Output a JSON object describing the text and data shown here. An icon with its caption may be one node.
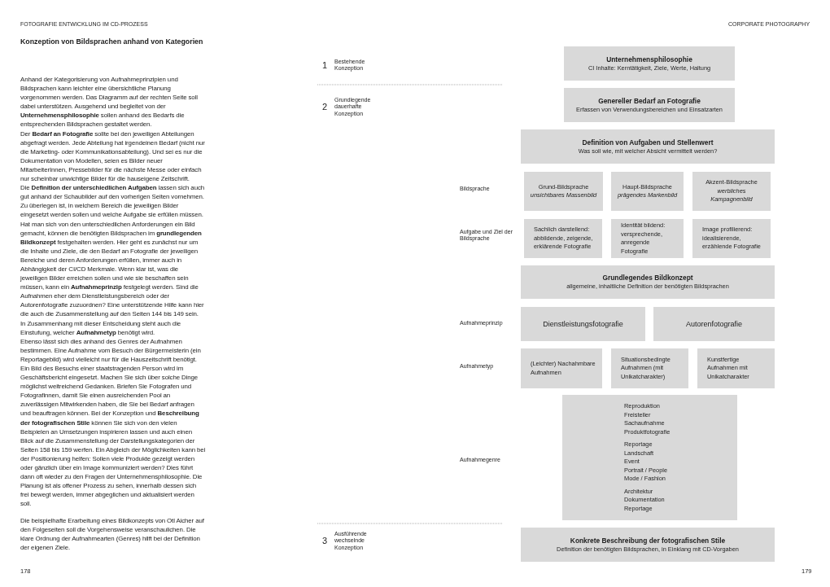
{
  "diagram": {
    "title": "Konzeption von Bildsprachen anhand von Kategorien",
    "nodes": [
      {
        "text": [
          "Unternehmensphilosophie",
          "CI Inhalte: Kerntätigkeit, Ziele, Werte, Haltung"
        ]
      },
      {
        "text": [
          "Genereller Bedarf an Fotografie",
          "Erfassen von Verwendungsbereichen und Einsatzarten"
        ]
      },
      {
        "text": [
          "Definition von Aufgaben und Stellenwert",
          "Was soll wie, mit welcher Absicht vermittelt werden?"
        ]
      },
      {
        "text": [
          "Grund-Bildsprache",
          "unsichtbares Massenbild"
        ]
      },
      {
        "text": [
          "Haupt-Bildsprache",
          "prägendes Markenbild"
        ]
      },
      {
        "text": [
          "Akzent-Bildsprache",
          "werbliches Kampagnenbild"
        ]
      },
      {
        "text": [
          "Sachlich darstellend: abbildende, zeigende, erklärende Fotografie"
        ]
      },
      {
        "text": [
          "Identität bildend: versprechende, anregende Fotografie"
        ]
      },
      {
        "text": [
          "Image profilierend: idealisierende, erzählende Fotografie"
        ]
      },
      {
        "text": [
          "Grundlegendes Bildkonzept",
          "allgemeine, inhaltliche Definition der benötigten Bildsprachen"
        ]
      },
      {
        "text": [
          "Dienstleistungsfotografie"
        ]
      },
      {
        "text": [
          "Autorenfotografie"
        ]
      },
      {
        "text": [
          "(Leichter) Nachahmbare Aufnahmen"
        ]
      },
      {
        "text": [
          "Situationsbedingte Aufnahmen (mit Unikatcharakter)"
        ]
      },
      {
        "text": [
          "Kunstfertige Aufnahmen mit Unikatcharakter"
        ]
      },
      {
        "text": [
          "Reproduktion",
          "Freisteller",
          "Sachaufnahme",
          "Produktfotografie",
          "Reportage",
          "Landschaft",
          "Event",
          "Portrait / People",
          "Mode / Fashion",
          "Architektur",
          "Dokumentation",
          "Reportage"
        ]
      },
      {
        "text": [
          "Konkrete Beschreibung der fotografischen Stile",
          "Definition der benötigten Bildsprachen, in Einklang mit CD-Vorgaben"
        ]
      }
    ],
    "edges": [],
    "labels": [
      "FOTOGRAFIE ENTWICKLUNG IM CD-PROZESS",
      "CORPORATE PHOTOGRAPHY",
      "Anhand der Kategorisierung von Aufnahmeprinzipien und Bildsprachen kann leichter eine übersichtliche Planung vorgenommen werden. Das Diagramm auf der rechten Seite soll dabei unterstützen. Ausgehend und begleitet von der **Unternehmensphilosophie** sollen anhand des Bedarfs die entsprechenden Bildsprachen gestaltet werden.",
      "Der **Bedarf an Fotografie** sollte bei den jeweiligen Abteilungen abgefragt werden. Jede Abteilung hat irgendeinen Bedarf (nicht nur die Marketing- oder Kommunikationsabteilung). Und sei es nur die Dokumentation von Modellen, seien es Bilder neuer MitarbeiterInnen, Pressebilder für die nächste Messe oder einfach nur scheinbar unwichtige Bilder für die hauseigene Zeitschrift.",
      "Die **Definition der unterschiedlichen Aufgaben** lassen sich auch gut anhand der Schaubilder auf den vorherigen Seiten vornehmen. Zu überlegen ist, in welchem Bereich die jeweiligen Bilder eingesetzt werden sollen und welche Aufgabe sie erfüllen müssen. Hat man sich von den unterschiedlichen Anforderungen ein Bild gemacht, können die benötigten Bildsprachen im **grundlegenden Bildkonzept** festgehalten werden. Hier geht es zunächst nur um die Inhalte und Ziele, die den Bedarf an Fotografie der jeweiligen Bereiche und deren Anforderungen erfüllen, immer auch in Abhängigkeit der CI/CD Merkmale. Wenn klar ist, was die jeweiligen Bilder erreichen sollen und wie sie beschaffen sein müssen, kann ein **Aufnahmeprinzip** festgelegt werden. Sind die Aufnahmen eher dem Dienstleistungsbereich oder der Autorenfotografie zuzuordnen? Eine unterstützende Hilfe kann hier die auch die Zusammenstellung auf den Seiten 144 bis 149 sein.",
      "In Zusammenhang mit dieser Entscheidung steht auch die Einstufung, welcher **Aufnahmetyp** benötigt wird.",
      "Ebenso lässt sich dies anhand des Genres der Aufnahmen bestimmen. Eine Aufnahme vom Besuch der Bürgermeisterin (ein Reportagebild) wird vielleicht nur für die Hauszeitschrift benötigt. Ein Bild des Besuchs einer staatstragenden Person wird im Geschäftsbericht eingesetzt. Machen Sie sich über solche Dinge möglichst weitreichend Gedanken. Briefen Sie Fotografen und Fotografinnen, damit Sie einen ausreichenden Pool an zuverlässigen Mitwirkenden haben, die Sie bei Bedarf anfragen und beauftragen können. Bei der Konzeption und **Beschreibung der fotografischen Stile** können Sie sich von den vielen Beispielen an Umsetzungen inspirieren lassen und auch einen Blick auf die Zusammenstellung der Darstellungskategorien der Seiten 158 bis 159 werfen. Ein Abgleich der Möglichkeiten kann bei der Positionierung helfen: Sollen viele Produkte gezeigt werden oder gänzlich über ein Image kommuniziert werden? Dies führt dann oft wieder zu den Fragen der Unternehmensphilosophie. Die Planung ist als offener Prozess zu sehen, innerhalb dessen sich frei bewegt werden, immer abgeglichen und aktualisiert werden soll.",
      "Die beispielhafte Erarbeitung eines Bildkonzepts von Otl Aicher auf den Folgeseiten soll die Vorgehensweise veranschaulichen. Die klare Ordnung der Aufnahmearten (Genres) hilft bei der Definition der eigenen Ziele.",
      "1",
      "Bestehende Konzeption",
      "2",
      "Grundlegende dauerhafte Konzeption",
      "Bildsprache",
      "Aufgabe und Ziel der Bildsprache",
      "Aufnahmeprinzip",
      "Aufnahmetyp",
      "Aufnahmegenre",
      "3",
      "Ausführende wechselnde Konzeption",
      "178",
      "179"
    ]
  }
}
